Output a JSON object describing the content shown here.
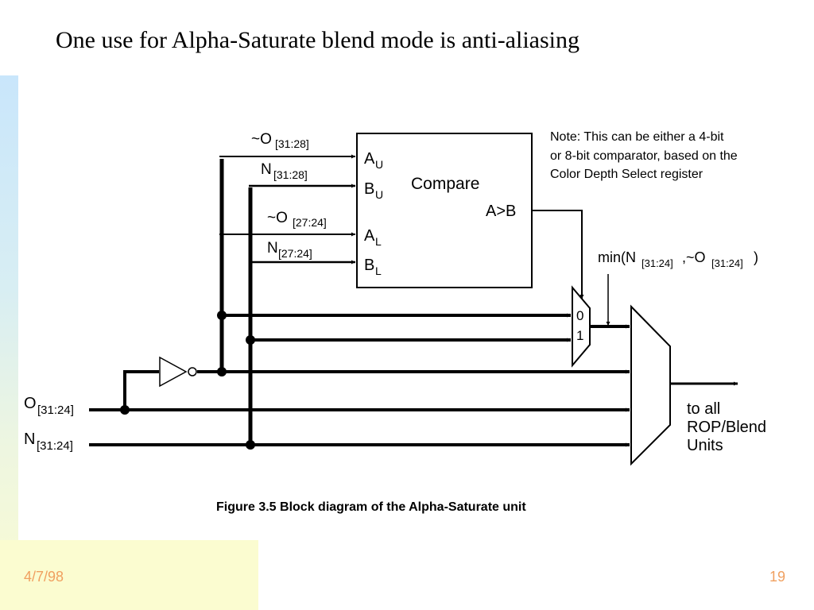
{
  "slide": {
    "title": "One use for Alpha-Saturate blend mode is anti-aliasing",
    "date": "4/7/98",
    "page_number": "19",
    "colors": {
      "footer_text": "#f0a060",
      "band_top": "#c9e6fb",
      "band_bottom": "#fafcd2"
    }
  },
  "diagram": {
    "compare_block": {
      "label": "Compare",
      "output_label": "A>B",
      "ports": [
        {
          "main": "A",
          "sub": "U"
        },
        {
          "main": "B",
          "sub": "U"
        },
        {
          "main": "A",
          "sub": "L"
        },
        {
          "main": "B",
          "sub": "L"
        }
      ]
    },
    "signals": {
      "not_o_upper": {
        "main": "~O",
        "sub": "[31:28]"
      },
      "n_upper": {
        "main": "N",
        "sub": "[31:28]"
      },
      "not_o_lower": {
        "main": "~O",
        "sub": "[27:24]"
      },
      "n_lower": {
        "main": "N",
        "sub": "[27:24]"
      },
      "o_input": {
        "main": "O",
        "sub": "[31:24]"
      },
      "n_input": {
        "main": "N",
        "sub": "[31:24]"
      }
    },
    "note": [
      "Note: This can be either a 4-bit",
      "or 8-bit comparator, based on the",
      "Color Depth Select register"
    ],
    "min_label": {
      "prefix": "min(N",
      "sub1": "[31:24]",
      "mid": ",~O",
      "sub2": "[31:24]",
      "suffix": ")"
    },
    "mux_inputs": [
      "0",
      "1"
    ],
    "output_label": [
      "to all",
      "ROP/Blend",
      "Units"
    ],
    "caption": "Figure 3.5  Block diagram of the Alpha-Saturate unit"
  }
}
